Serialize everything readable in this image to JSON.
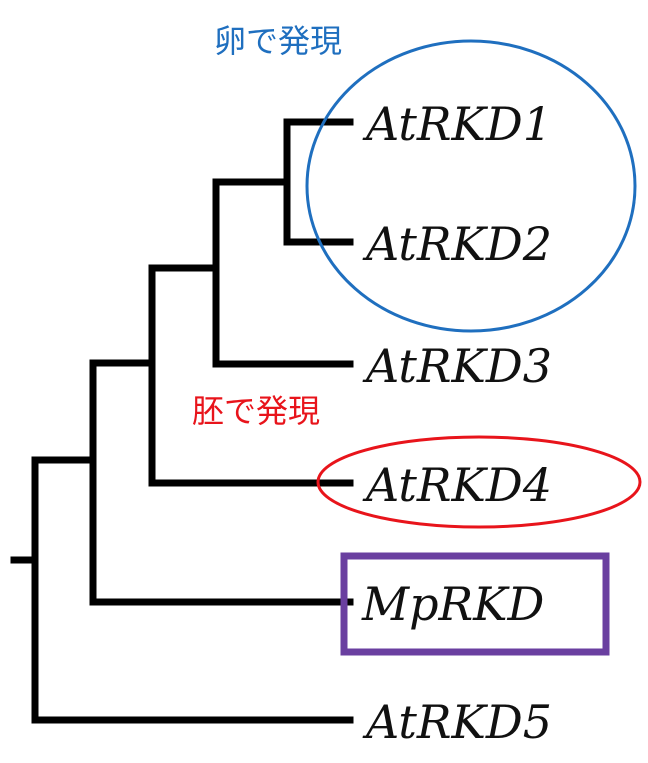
{
  "tree": {
    "leaves": [
      "AtRKD1",
      "AtRKD2",
      "AtRKD3",
      "AtRKD4",
      "MpRKD",
      "AtRKD5"
    ]
  },
  "annotations": {
    "egg_expression": "卵で発現",
    "embryo_expression": "胚で発現"
  },
  "colors": {
    "branch": "#000000",
    "egg": "#1f6fbf",
    "embryo": "#e8141b",
    "highlight_box": "#6a3fa0"
  }
}
